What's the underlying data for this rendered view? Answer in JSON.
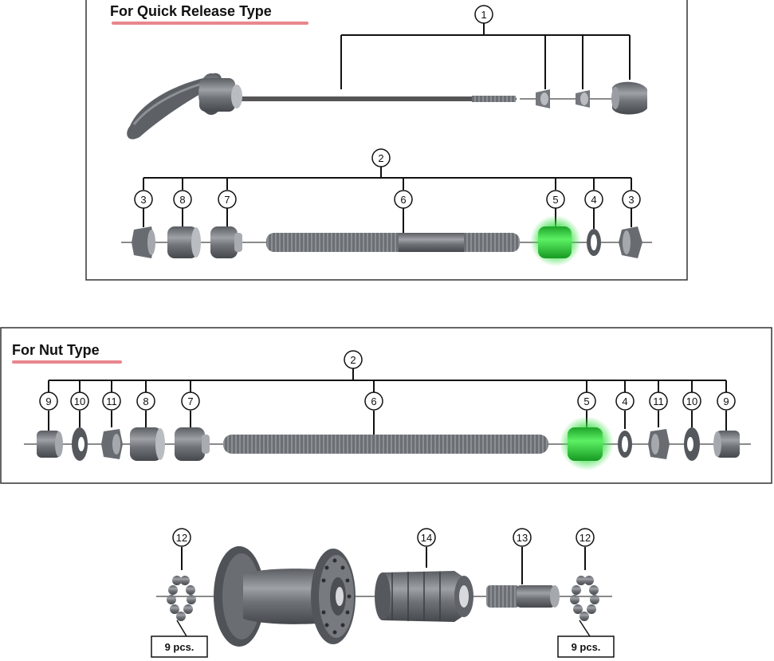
{
  "panels": {
    "quick_release": {
      "title": "For Quick Release Type"
    },
    "nut": {
      "title": "For Nut Type"
    }
  },
  "callouts": {
    "n1": "1",
    "n2": "2",
    "n3": "3",
    "n4": "4",
    "n5": "5",
    "n6": "6",
    "n7": "7",
    "n8": "8",
    "n9": "9",
    "n10": "10",
    "n11": "11",
    "n12": "12",
    "n13": "13",
    "n14": "14"
  },
  "quantity_label": "9 pcs.",
  "colors": {
    "underline": "#e8868d",
    "highlight": "#3ee04a",
    "part_dark": "#5a5d62",
    "part_mid": "#888c91",
    "part_light": "#b9bcc0",
    "frame": "#333333"
  }
}
